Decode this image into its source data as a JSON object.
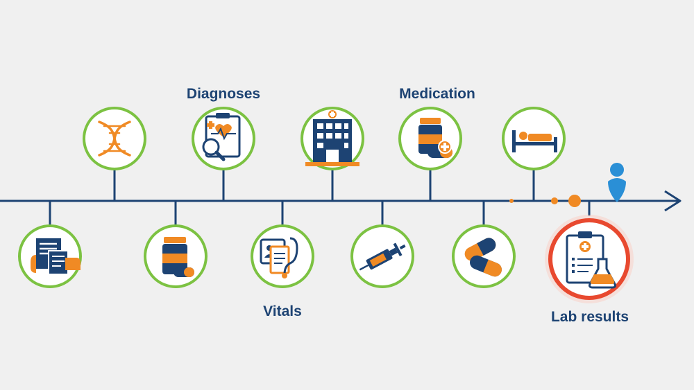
{
  "labels": {
    "diagnoses": "Diagnoses",
    "medication": "Medication",
    "vitals": "Vitals",
    "lab_results": "Lab results"
  },
  "colors": {
    "background": "#f0f0f0",
    "navy": "#1d4373",
    "orange": "#f08a24",
    "green_ring": "#7cc242",
    "red_ring": "#e8492f",
    "patient_marker": "#2a8fd6"
  },
  "timeline": {
    "direction": "left-to-right",
    "events_above": [
      {
        "icon": "dna-icon"
      },
      {
        "icon": "clipboard-heart-magnifier-icon",
        "label_key": "diagnoses"
      },
      {
        "icon": "hospital-building-icon"
      },
      {
        "icon": "pill-bottle-capsule-icon",
        "label_key": "medication"
      },
      {
        "icon": "hospital-bed-icon"
      }
    ],
    "events_below": [
      {
        "icon": "patient-record-forms-icon"
      },
      {
        "icon": "pill-bottle-icon"
      },
      {
        "icon": "monitor-stethoscope-icon",
        "label_key": "vitals"
      },
      {
        "icon": "syringe-icon"
      },
      {
        "icon": "capsules-icon"
      },
      {
        "icon": "lab-report-flask-icon",
        "label_key": "lab_results",
        "highlighted": true
      }
    ],
    "current_marker": "patient-marker-icon"
  }
}
